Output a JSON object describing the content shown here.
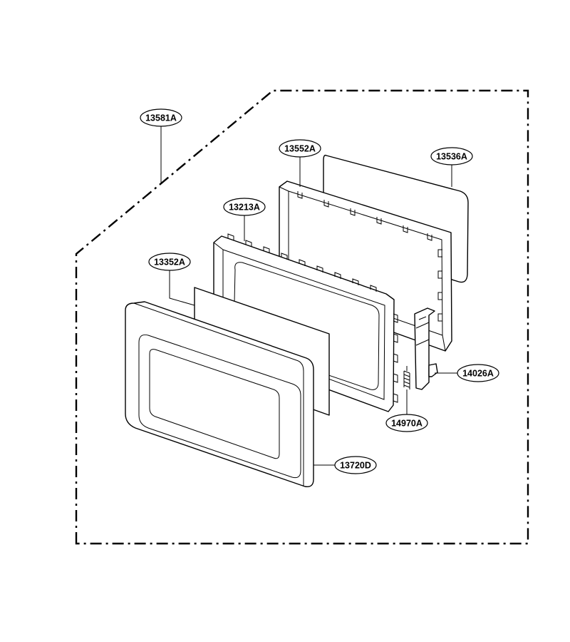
{
  "callouts": {
    "assembly": "13581A",
    "door_frame": "13552A",
    "door_sheet": "13536A",
    "choke_cover": "13213A",
    "glass_panel": "13352A",
    "latch_hook": "14026A",
    "latch_spring": "14970A",
    "door_front": "13720D"
  }
}
